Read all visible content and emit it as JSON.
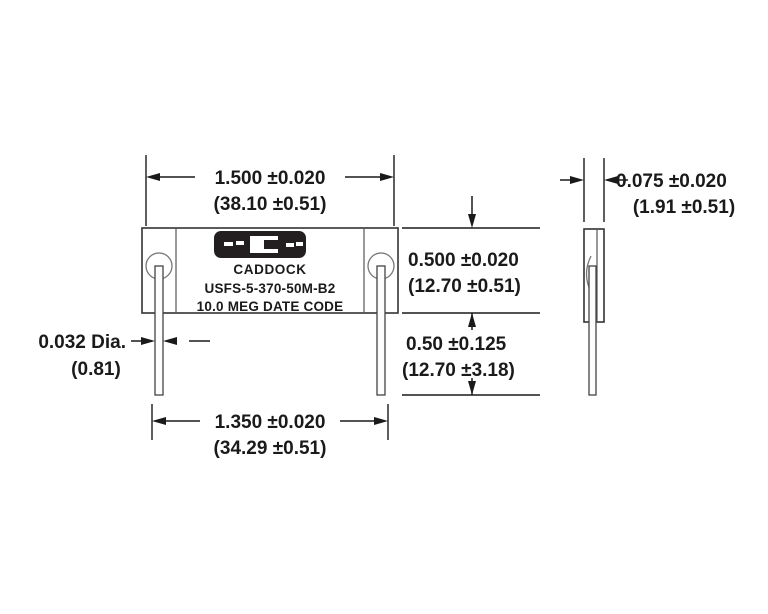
{
  "drawing": {
    "title": "Caddock USFS-5 outline dimensional drawing",
    "background_color": "#ffffff",
    "line_color": "#1a1a1a",
    "body_fill_color": "#ffffff",
    "badge_color": "#231f20"
  },
  "body_label": {
    "brand": "CADDOCK",
    "part_number": "USFS-5-370-50M-B2",
    "rating_and_date": "10.0 MEG   DATE CODE",
    "logo_name": "caddock-logo-badge"
  },
  "dimensions": {
    "overall_length": {
      "name": "overall-length",
      "inch": "1.500 ±0.020",
      "metric": "(38.10 ±0.51)"
    },
    "lead_spacing": {
      "name": "lead-spacing",
      "inch": "1.350 ±0.020",
      "metric": "(34.29 ±0.51)"
    },
    "body_height": {
      "name": "body-height",
      "inch": "0.500 ±0.020",
      "metric": "(12.70 ±0.51)"
    },
    "lead_length": {
      "name": "lead-length",
      "inch": "0.50 ±0.125",
      "metric": "(12.70 ±3.18)"
    },
    "body_thickness": {
      "name": "body-thickness",
      "inch": "0.075 ±0.020",
      "metric": "(1.91 ±0.51)"
    },
    "lead_diameter": {
      "name": "lead-diameter",
      "inch": "0.032 Dia.",
      "metric": "(0.81)"
    }
  },
  "views": {
    "front_view": "front-view",
    "side_view": "side-view"
  }
}
